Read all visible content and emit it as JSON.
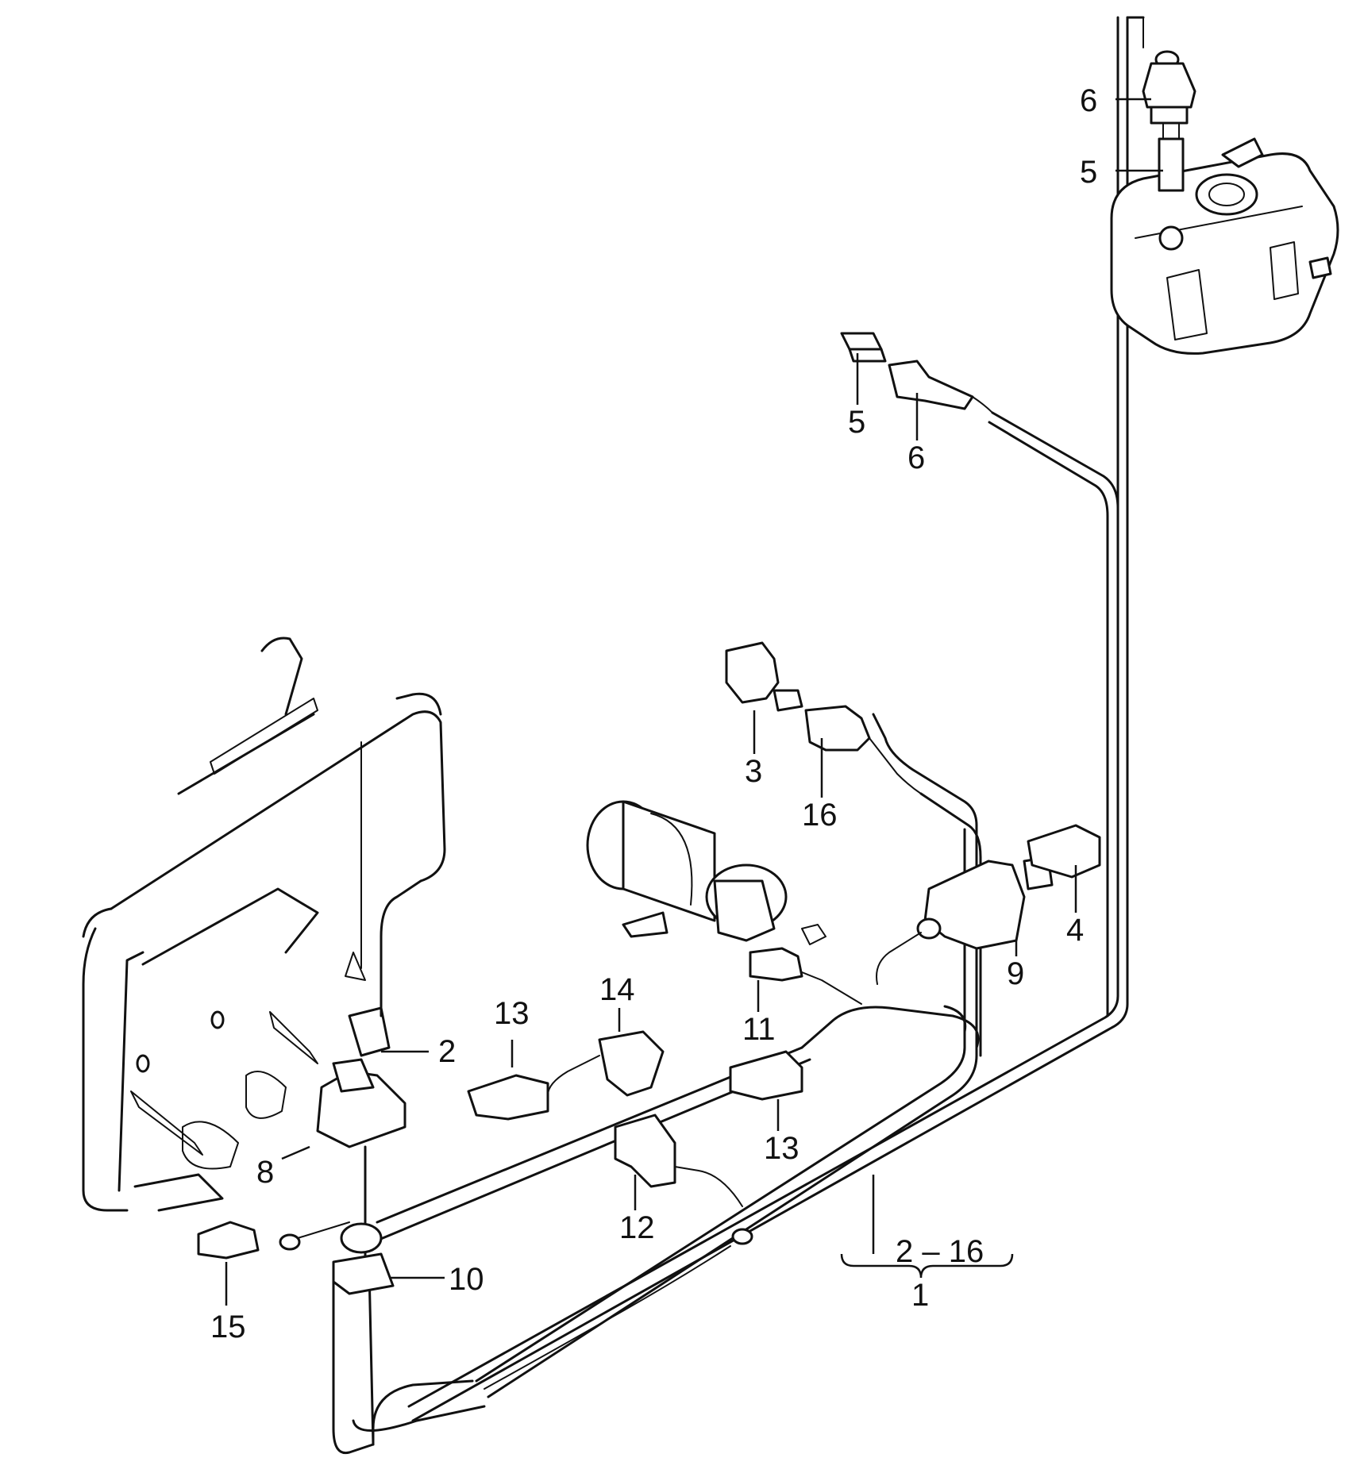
{
  "callouts": {
    "c1": "1",
    "c2": "2",
    "c3": "3",
    "c4": "4",
    "c5a": "5",
    "c5b": "5",
    "c6a": "6",
    "c6b": "6",
    "c8": "8",
    "c9": "9",
    "c10": "10",
    "c11": "11",
    "c12": "12",
    "c13a": "13",
    "c13b": "13",
    "c14": "14",
    "c15": "15",
    "c16": "16",
    "range": "2 – 16"
  }
}
